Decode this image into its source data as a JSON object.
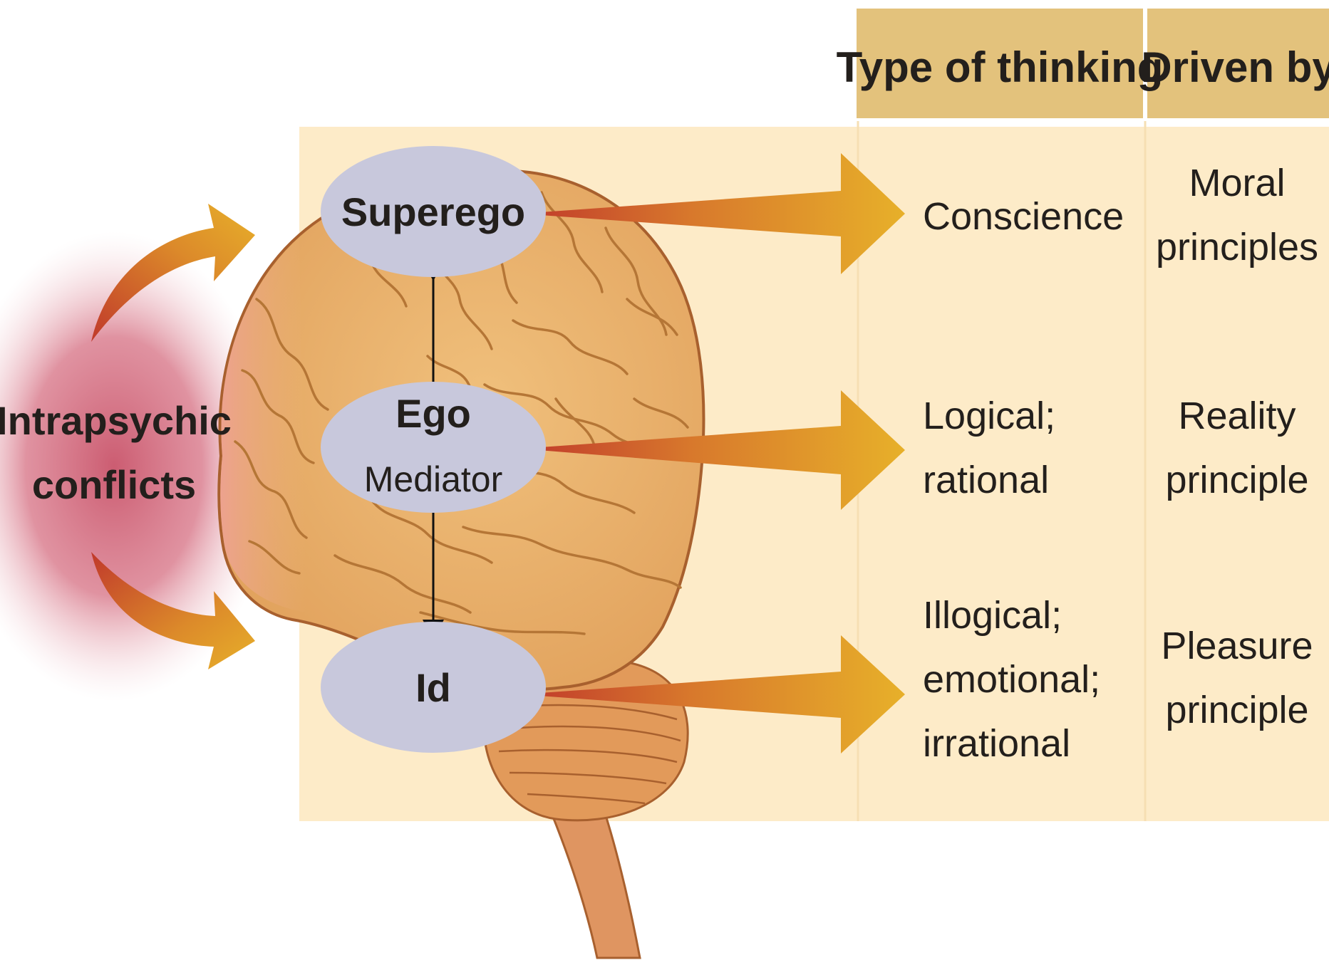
{
  "headers": {
    "type_of_thinking": "Type of thinking",
    "driven_by": "Driven by"
  },
  "conflict_label": [
    "Intrapsychic",
    "conflicts"
  ],
  "structures": {
    "superego": {
      "name": "Superego"
    },
    "ego": {
      "name": "Ego",
      "role": "Mediator"
    },
    "id": {
      "name": "Id"
    }
  },
  "rows": [
    {
      "structure": "superego",
      "thinking": [
        "Conscience"
      ],
      "driven": [
        "Moral",
        "principles"
      ]
    },
    {
      "structure": "ego",
      "thinking": [
        "Logical;",
        "rational"
      ],
      "driven": [
        "Reality",
        "principle"
      ]
    },
    {
      "structure": "id",
      "thinking": [
        "Illogical;",
        "emotional;",
        "irrational"
      ],
      "driven": [
        "Pleasure",
        "principle"
      ]
    }
  ],
  "colors": {
    "panel": "#fdebc8",
    "header": "#e3c27c",
    "brain": "#e9b26f",
    "brain_folds": "#b57636",
    "brain_front": "#eaa088",
    "oval": "#c8c8dc",
    "arrow": "#e3a32a",
    "arrow_tail": "#c0392b",
    "conflict_glow": "#d46a7a"
  },
  "icons": {
    "brain": "brain-illustration",
    "arrows": "gradient-arrow-icon"
  }
}
